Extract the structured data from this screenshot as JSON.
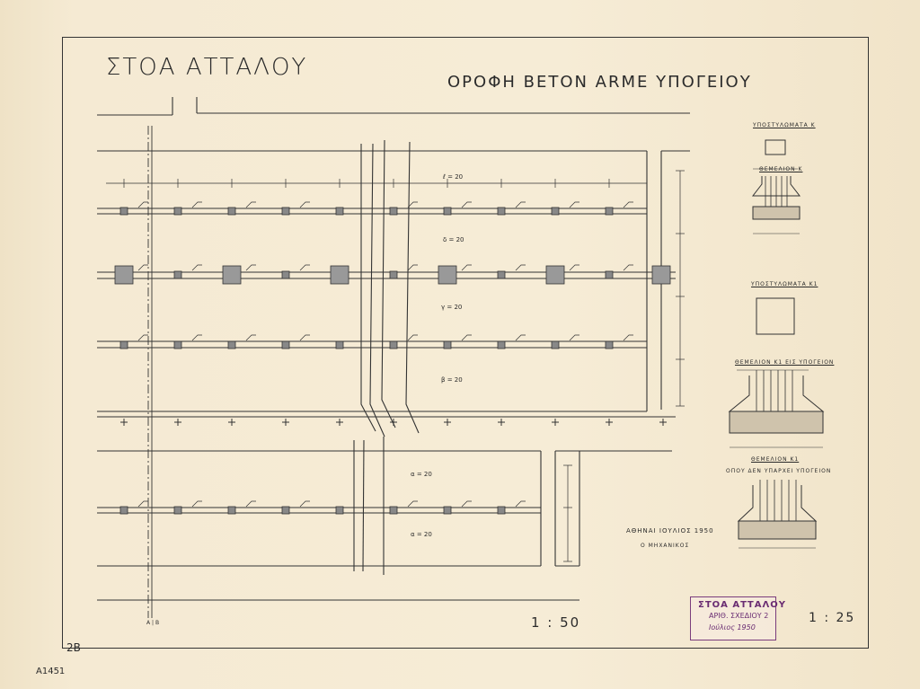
{
  "drawing": {
    "title": "ΣΤΟΑ ΑΤΤΑΛΟΥ",
    "subtitle": "ΟΡΟΦΗ ΒΕΤΟΝ ΑRΜΕ ΥΠΟΓΕΙΟΥ",
    "scale_main": "1 : 50",
    "scale_details": "1 : 25",
    "sheet_number": "2B",
    "archive_number": "A1451",
    "section_mark": "A | B",
    "date_text": "ΑΘΗΝΑΙ ΙΟΥΛΙΟΣ 1950",
    "signature_label": "Ο ΜΗΧΑΝΙΚΟΣ"
  },
  "stamp": {
    "line1": "ΣΤΟΑ ΑΤΤΑΛΟΥ",
    "line2": "ΑΡΙΘ. ΣΧΕΔΙΟΥ 2",
    "line3": "Ιούλιος 1950"
  },
  "slab_labels": {
    "e": "ℓ = 20",
    "d": "δ = 20",
    "g": "γ = 20",
    "b": "β = 20",
    "a1": "α = 20",
    "a2": "α = 20"
  },
  "details": {
    "col_k_title": "ΥΠΟΣΤΥΛΩΜΑΤΑ Κ",
    "found_k_title": "ΘΕΜΕΛΙΟΝ Κ",
    "col_k1_title": "ΥΠΟΣΤΥΛΩΜΑΤΑ Κ1",
    "found_k1_title": "ΘΕΜΕΛΙΟΝ Κ1 ΕΙΣ ΥΠΟΓΕΙΟΝ",
    "found_k1b_title": "ΘΕΜΕΛΙΟΝ Κ1",
    "found_k1b_note": "ΟΠΟΥ ΔΕΝ ΥΠΑΡΧΕΙ ΥΠΟΓΕΙΟΝ"
  }
}
